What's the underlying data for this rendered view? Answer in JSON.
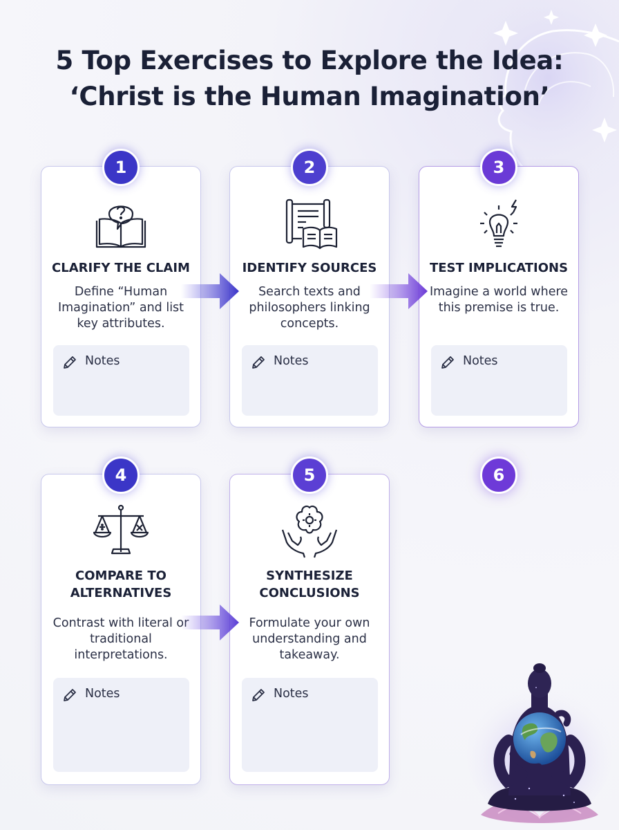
{
  "title": {
    "line1": "5 Top Exercises to Explore the Idea:",
    "line2": "‘Christ is the Human Imagination’"
  },
  "steps": [
    {
      "number": "1",
      "title": "CLARIFY THE CLAIM",
      "description": "Define “Human Imagination” and list key attributes.",
      "notes_label": "Notes",
      "icon": "book-question-icon"
    },
    {
      "number": "2",
      "title": "IDENTIFY SOURCES",
      "description": "Search texts and philosophers linking concepts.",
      "notes_label": "Notes",
      "icon": "scroll-book-icon"
    },
    {
      "number": "3",
      "title": "TEST IMPLICATIONS",
      "description": "Imagine a world where this premise is true.",
      "notes_label": "Notes",
      "icon": "lightbulb-icon"
    },
    {
      "number": "4",
      "title": "COMPARE TO ALTERNATIVES",
      "description": "Contrast with literal or traditional interpretations.",
      "notes_label": "Notes",
      "icon": "balance-scale-icon"
    },
    {
      "number": "5",
      "title": "SYNTHESIZE CONCLUSIONS",
      "description": "Formulate your own understanding and takeaway.",
      "notes_label": "Notes",
      "icon": "hands-brain-icon"
    }
  ],
  "extra_badge": "6",
  "colors": {
    "title": "#1a2036",
    "badge_blue": "#3b36c7",
    "badge_purple": "#6a3ad6",
    "notes_bg": "#eef0f8"
  }
}
